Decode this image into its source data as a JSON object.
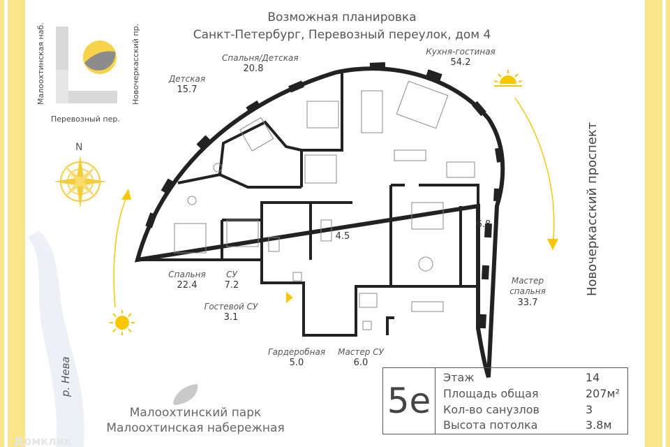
{
  "title": {
    "line1": "Возможная планировка",
    "line2": "Санкт-Петербург, Перевозный переулок, дом 4"
  },
  "locator": {
    "street_left": "Малоохтинская наб.",
    "street_right": "Новочеркасский пр.",
    "street_bottom": "Перевозный пер."
  },
  "compass": {
    "north": "N"
  },
  "streets": {
    "right_big": "Новочеркасский проспект",
    "river": "р. Нева"
  },
  "park": {
    "line1": "Малоохтинский парк",
    "line2": "Малоохтинская набережная"
  },
  "rooms": [
    {
      "name": "Спальня/Детская",
      "area": "20.8"
    },
    {
      "name": "Кухня-гостиная",
      "area": "54.2"
    },
    {
      "name": "Детская",
      "area": "15.7"
    },
    {
      "name": "Спальня",
      "area": "22.4"
    },
    {
      "name": "СУ",
      "area": "7.2"
    },
    {
      "name": "Гостевой СУ",
      "area": "3.1"
    },
    {
      "name": "",
      "area": "4.5"
    },
    {
      "name": "",
      "area": "6.8"
    },
    {
      "name": "Мастер спальня",
      "area": "33.7"
    },
    {
      "name": "Гардеробная",
      "area": "5.0"
    },
    {
      "name": "Мастер СУ",
      "area": "6.0"
    }
  ],
  "info": {
    "code": "5е",
    "rows": [
      {
        "label": "Этаж",
        "value": "14"
      },
      {
        "label": "Площадь общая",
        "value": "207м²"
      },
      {
        "label": "Кол-во санузлов",
        "value": "3"
      },
      {
        "label": "Высота потолка",
        "value": "3.8м"
      }
    ]
  },
  "watermark": "Домклик",
  "colors": {
    "frame": "#fbe58a",
    "sun": "#f7c800",
    "wall": "#222222"
  }
}
